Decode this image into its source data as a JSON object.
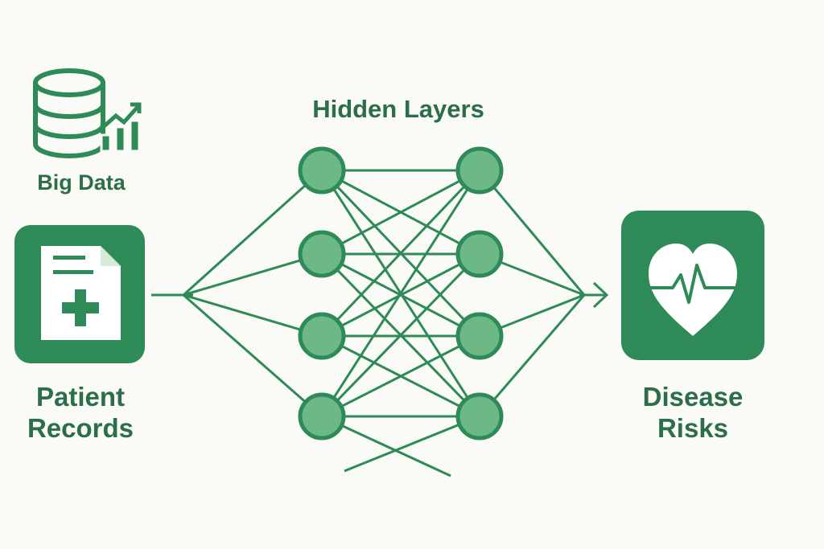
{
  "colors": {
    "background": "#fafbf6",
    "primary": "#2e8a57",
    "node_fill": "#6cb887",
    "text": "#2c6e49",
    "icon_inner": "#ffffff"
  },
  "big_data": {
    "label": "Big Data",
    "icon": "database-growth-chart-icon"
  },
  "patient_records": {
    "label_lines": [
      "Patient",
      "Records"
    ],
    "icon": "medical-record-icon"
  },
  "hidden_layers": {
    "title": "Hidden Layers",
    "layer_count": 2,
    "nodes_per_layer": 4
  },
  "disease_risks": {
    "label_lines": [
      "Disease",
      "Risks"
    ],
    "icon": "heart-pulse-icon"
  }
}
